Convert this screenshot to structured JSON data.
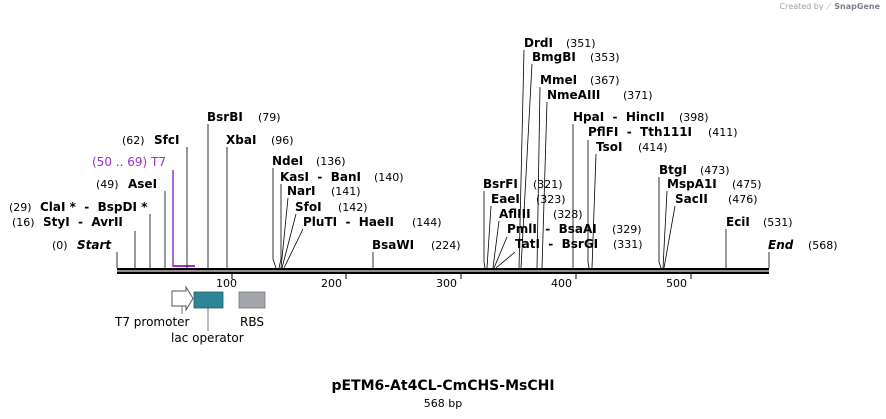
{
  "credit": {
    "prefix": "Created by",
    "brand": "SnapGene"
  },
  "title": "pETM6-At4CL-CmCHS-MsCHI",
  "length_label": "568 bp",
  "colors": {
    "backbone": "#000000",
    "primer": "#9b30c8",
    "lac_operator": "#2e8595",
    "rbs": "#a3a6ab",
    "promoter": "#ffffff"
  },
  "ticks": [
    "100",
    "200",
    "300",
    "400",
    "500"
  ],
  "sites": [
    {
      "name": "Start",
      "pos": "(0)"
    },
    {
      "name": "StyI  -  AvrII",
      "pos": "(16)"
    },
    {
      "name": "ClaI *  -  BspDI *",
      "pos": "(29)"
    },
    {
      "name": "AseI",
      "pos": "(49)"
    },
    {
      "name": "SfcI",
      "pos": "(62)"
    },
    {
      "name": "BsrBI",
      "pos": "(79)"
    },
    {
      "name": "XbaI",
      "pos": "(96)"
    },
    {
      "name": "NdeI",
      "pos": "(136)"
    },
    {
      "name": "KasI  -  BanI",
      "pos": "(140)"
    },
    {
      "name": "NarI",
      "pos": "(141)"
    },
    {
      "name": "SfoI",
      "pos": "(142)"
    },
    {
      "name": "PluTI  -  HaeII",
      "pos": "(144)"
    },
    {
      "name": "BsaWI",
      "pos": "(224)"
    },
    {
      "name": "BsrFI",
      "pos": "(321)"
    },
    {
      "name": "EaeI",
      "pos": "(323)"
    },
    {
      "name": "AflIII",
      "pos": "(328)"
    },
    {
      "name": "PmlI  -  BsaAI",
      "pos": "(329)"
    },
    {
      "name": "TatI  -  BsrGI",
      "pos": "(331)"
    },
    {
      "name": "DrdI",
      "pos": "(351)"
    },
    {
      "name": "BmgBI",
      "pos": "(353)"
    },
    {
      "name": "MmeI",
      "pos": "(367)"
    },
    {
      "name": "NmeAIII",
      "pos": "(371)"
    },
    {
      "name": "HpaI  -  HincII",
      "pos": "(398)"
    },
    {
      "name": "PflFI  -  Tth111I",
      "pos": "(411)"
    },
    {
      "name": "TsoI",
      "pos": "(414)"
    },
    {
      "name": "BtgI",
      "pos": "(473)"
    },
    {
      "name": "MspA1I",
      "pos": "(475)"
    },
    {
      "name": "SacII",
      "pos": "(476)"
    },
    {
      "name": "EciI",
      "pos": "(531)"
    },
    {
      "name": "End",
      "pos": "(568)"
    }
  ],
  "primer": {
    "name": "T7",
    "range": "(50 .. 69)"
  },
  "features": [
    {
      "name": "T7 promoter"
    },
    {
      "name": "lac operator"
    },
    {
      "name": "RBS"
    }
  ]
}
